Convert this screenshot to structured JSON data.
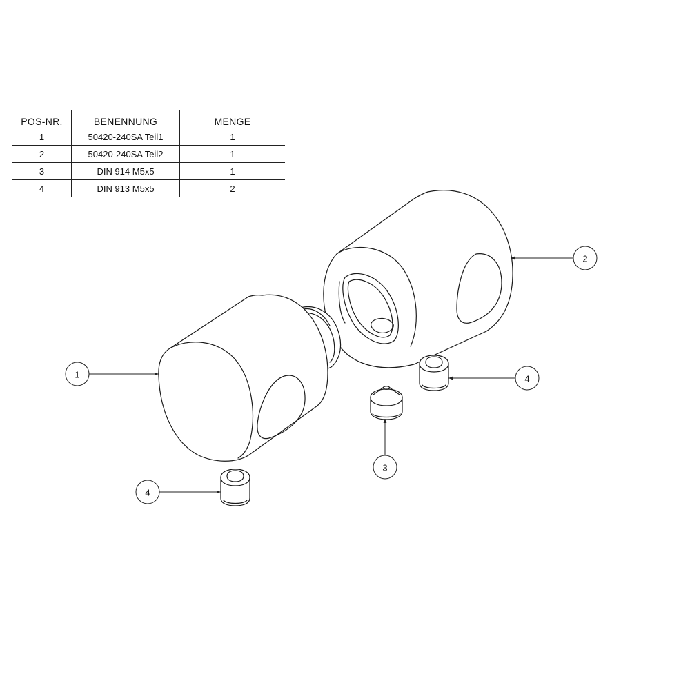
{
  "bom": {
    "headers": {
      "pos": "POS-NR.",
      "name": "BENENNUNG",
      "qty": "MENGE"
    },
    "rows": [
      {
        "pos": "1",
        "name": "50420-240SA Teil1",
        "qty": "1"
      },
      {
        "pos": "2",
        "name": "50420-240SA Teil2",
        "qty": "1"
      },
      {
        "pos": "3",
        "name": "DIN 914 M5x5",
        "qty": "1"
      },
      {
        "pos": "4",
        "name": "DIN 913 M5x5",
        "qty": "2"
      }
    ]
  },
  "balloons": {
    "part1": "1",
    "part2": "2",
    "part3": "3",
    "part4_right": "4",
    "part4_left": "4"
  }
}
